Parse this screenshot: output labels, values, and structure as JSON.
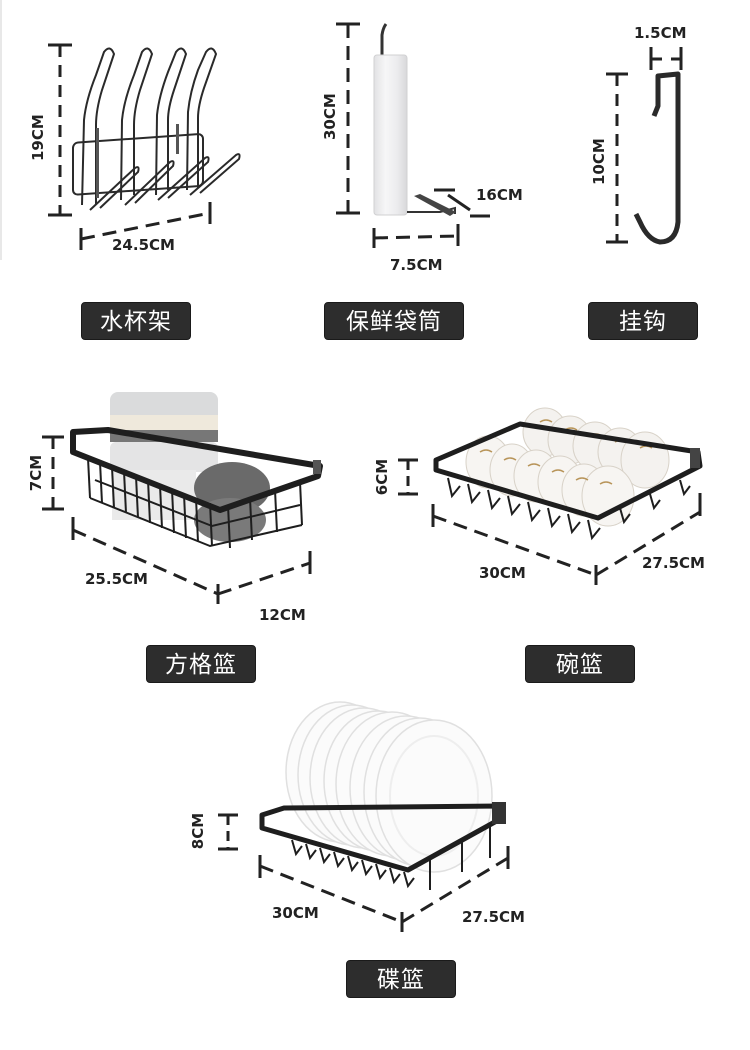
{
  "products": [
    {
      "id": "cup-rack",
      "label": "水杯架",
      "dims": {
        "height": "19CM",
        "width": "24.5CM"
      }
    },
    {
      "id": "wrap-holder",
      "label": "保鲜袋筒",
      "dims": {
        "height": "30CM",
        "depth": "16CM",
        "width": "7.5CM"
      }
    },
    {
      "id": "hook",
      "label": "挂钩",
      "dims": {
        "width": "1.5CM",
        "height": "10CM"
      }
    },
    {
      "id": "grid-basket",
      "label": "方格篮",
      "dims": {
        "height": "7CM",
        "length": "25.5CM",
        "depth": "12CM"
      }
    },
    {
      "id": "bowl-basket",
      "label": "碗篮",
      "dims": {
        "height": "6CM",
        "length": "30CM",
        "depth": "27.5CM"
      }
    },
    {
      "id": "plate-basket",
      "label": "碟篮",
      "dims": {
        "height": "8CM",
        "length": "30CM",
        "depth": "27.5CM"
      }
    }
  ],
  "colors": {
    "label_bg": "#2d2d2d",
    "label_text": "#ffffff",
    "dim_line": "#222222",
    "wire": "#1e1e1e",
    "background": "#ffffff"
  }
}
